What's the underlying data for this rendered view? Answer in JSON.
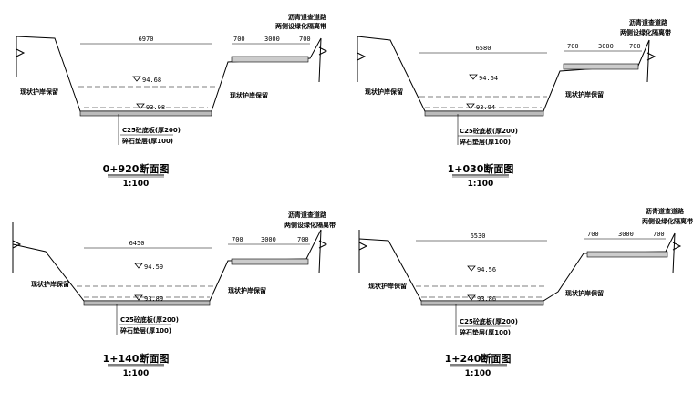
{
  "labels": {
    "road": "沥青道查道路",
    "greenbelt": "两侧设绿化隔离带",
    "revetment": "现状护岸保留",
    "bottom_slab": "C25砼底板(厚200)",
    "gravel": "碎石垫层(厚100)",
    "scale": "1:100",
    "dim_side": "700",
    "dim_road": "3000"
  },
  "sections": [
    {
      "title": "0+920断面图",
      "width": "6970",
      "wl_high": "94.68",
      "wl_low": "93.98"
    },
    {
      "title": "1+030断面图",
      "width": "6580",
      "wl_high": "94.64",
      "wl_low": "93.94"
    },
    {
      "title": "1+140断面图",
      "width": "6450",
      "wl_high": "94.59",
      "wl_low": "93.89"
    },
    {
      "title": "1+240断面图",
      "width": "6530",
      "wl_high": "94.56",
      "wl_low": "93.86"
    }
  ]
}
